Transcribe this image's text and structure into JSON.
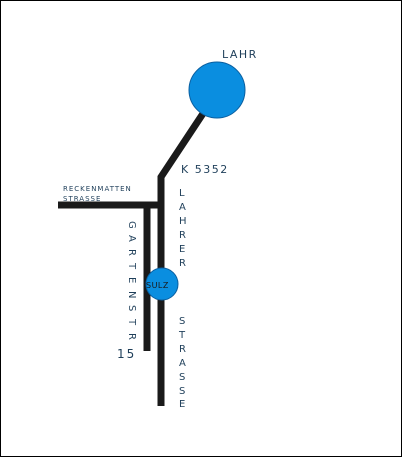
{
  "map": {
    "towns": {
      "lahr": "LAHR",
      "sulz": "SULZ"
    },
    "roads": {
      "k_road": "K 5352",
      "reckenmatten_line1": "RECKENMATTEN",
      "reckenmatten_line2": "STRASSE",
      "lahrer_strasse_upper": [
        "L",
        "A",
        "H",
        "R",
        "E",
        "R"
      ],
      "lahrer_strasse_lower": [
        "S",
        "T",
        "R",
        "A",
        "S",
        "S",
        "E"
      ],
      "gartenstr_letters": [
        "G",
        "A",
        "R",
        "T",
        "E",
        "N",
        "S",
        "T",
        "R"
      ],
      "gartenstr_number": "15"
    },
    "colors": {
      "town_fill": "#0a8ee0",
      "road": "#1a1a1a",
      "label": "#1f3f5a"
    }
  }
}
